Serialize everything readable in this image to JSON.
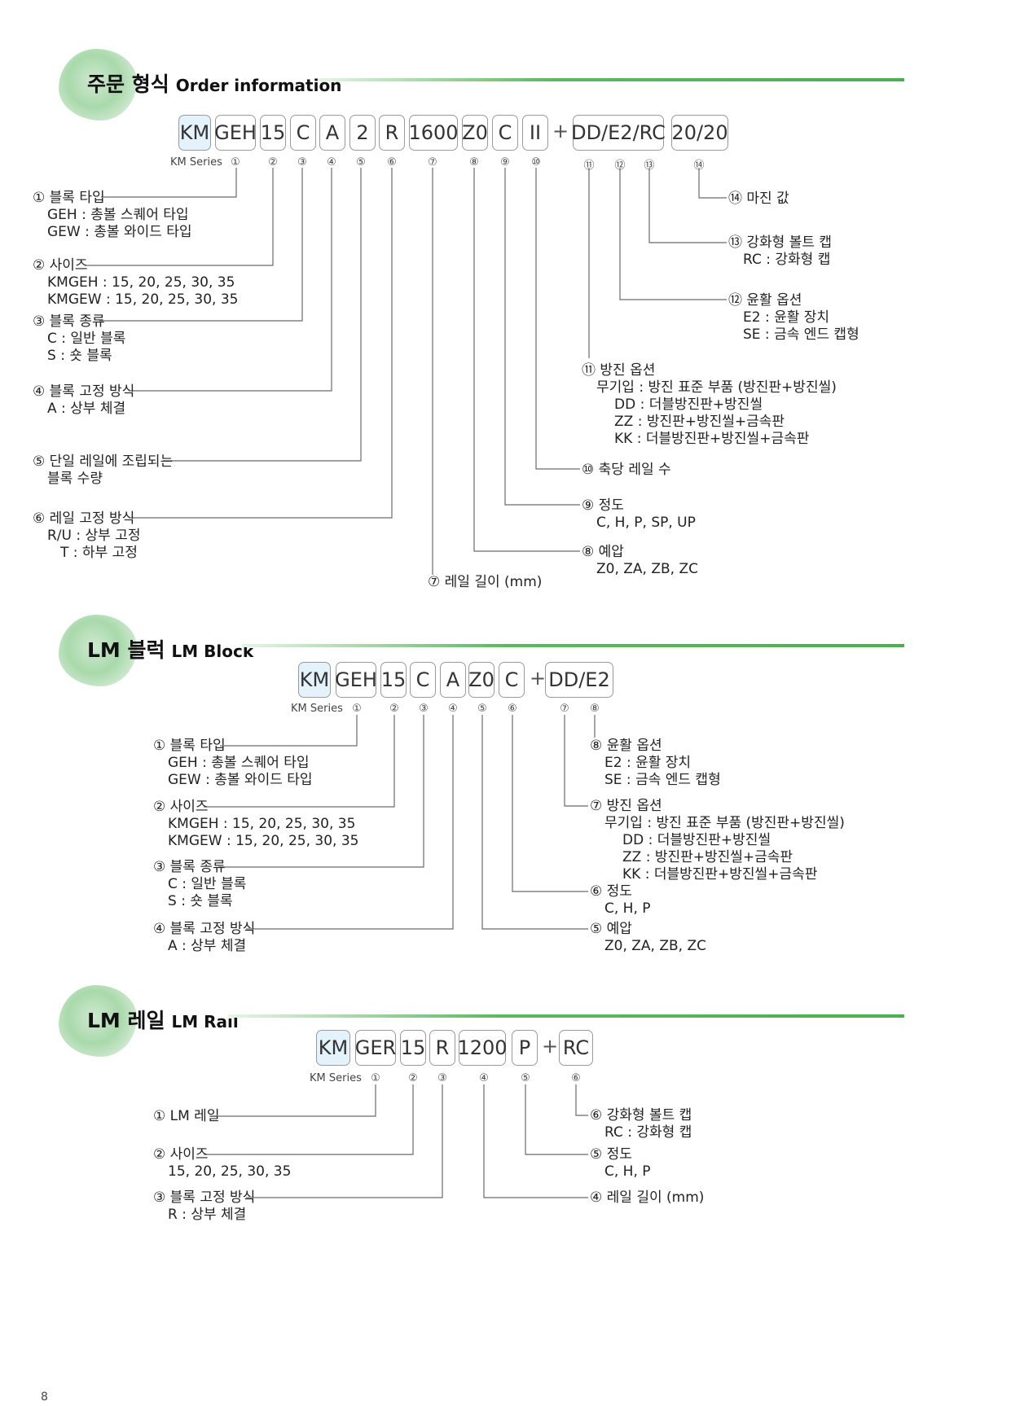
{
  "s1": {
    "title_ko": "주문 형식",
    "title_en": "Order information",
    "codes": [
      "KM",
      "GEH",
      "15",
      "C",
      "A",
      "2",
      "R",
      "1600",
      "Z0",
      "C",
      "II",
      "+",
      "DD/E2/RC",
      "20/20"
    ],
    "series": "KM Series",
    "nums": [
      "①",
      "②",
      "③",
      "④",
      "⑤",
      "⑥",
      "⑦",
      "⑧",
      "⑨",
      "⑩",
      "⑪",
      "⑫",
      "⑬",
      "⑭"
    ],
    "labels": {
      "l1": {
        "t": "① 블록 타입",
        "s": [
          "GEH : 총볼 스퀘어 타입",
          "GEW : 총볼 와이드 타입"
        ]
      },
      "l2": {
        "t": "② 사이즈",
        "s": [
          "KMGEH : 15, 20, 25, 30, 35",
          "KMGEW : 15, 20, 25, 30, 35"
        ]
      },
      "l3": {
        "t": "③ 블록 종류",
        "s": [
          "C : 일반 블록",
          "S : 숏 블록"
        ]
      },
      "l4": {
        "t": "④ 블록 고정 방식",
        "s": [
          "A : 상부 체결"
        ]
      },
      "l5": {
        "t": "⑤ 단일 레일에 조립되는",
        "s": [
          "블록 수량"
        ]
      },
      "l6": {
        "t": "⑥ 레일 고정 방식",
        "s": [
          "R/U : 상부 고정",
          "T : 하부 고정"
        ]
      },
      "l7": {
        "t": "⑦ 레일 길이 (mm)",
        "s": []
      },
      "l8": {
        "t": "⑧ 예압",
        "s": [
          "Z0, ZA, ZB, ZC"
        ]
      },
      "l9": {
        "t": "⑨ 정도",
        "s": [
          "C, H, P, SP, UP"
        ]
      },
      "l10": {
        "t": "⑩ 축당 레일 수",
        "s": []
      },
      "l11": {
        "t": "⑪ 방진 옵션",
        "s": [
          "무기입 : 방진 표준 부품 (방진판+방진씰)",
          "DD : 더블방진판+방진씰",
          "ZZ : 방진판+방진씰+금속판",
          "KK : 더블방진판+방진씰+금속판"
        ]
      },
      "l12": {
        "t": "⑫ 윤활 옵션",
        "s": [
          "E2 : 윤활 장치",
          "SE : 금속 엔드 캡형"
        ]
      },
      "l13": {
        "t": "⑬ 강화형 볼트 캡",
        "s": [
          "RC : 강화형 캡"
        ]
      },
      "l14": {
        "t": "⑭ 마진 값",
        "s": []
      }
    }
  },
  "s2": {
    "title_ko": "LM 블럭",
    "title_en": "LM Block",
    "codes": [
      "KM",
      "GEH",
      "15",
      "C",
      "A",
      "Z0",
      "C",
      "+",
      "DD/E2"
    ],
    "series": "KM Series",
    "nums": [
      "①",
      "②",
      "③",
      "④",
      "⑤",
      "⑥",
      "⑦",
      "⑧"
    ],
    "labels": {
      "l1": {
        "t": "① 블록 타입",
        "s": [
          "GEH : 총볼 스퀘어 타입",
          "GEW : 총볼 와이드 타입"
        ]
      },
      "l2": {
        "t": "② 사이즈",
        "s": [
          "KMGEH : 15, 20, 25, 30, 35",
          "KMGEW : 15, 20, 25, 30, 35"
        ]
      },
      "l3": {
        "t": "③ 블록 종류",
        "s": [
          "C : 일반 블록",
          "S : 숏 블록"
        ]
      },
      "l4": {
        "t": "④ 블록 고정 방식",
        "s": [
          "A : 상부 체결"
        ]
      },
      "l5": {
        "t": "⑤ 예압",
        "s": [
          "Z0, ZA, ZB, ZC"
        ]
      },
      "l6": {
        "t": "⑥ 정도",
        "s": [
          "C, H, P"
        ]
      },
      "l7": {
        "t": "⑦ 방진 옵션",
        "s": [
          "무기입 : 방진 표준 부품 (방진판+방진씰)",
          "DD : 더블방진판+방진씰",
          "ZZ : 방진판+방진씰+금속판",
          "KK : 더블방진판+방진씰+금속판"
        ]
      },
      "l8": {
        "t": "⑧ 윤활 옵션",
        "s": [
          "E2 : 윤활 장치",
          "SE : 금속 엔드 캡형"
        ]
      }
    }
  },
  "s3": {
    "title_ko": "LM 레일",
    "title_en": "LM Rail",
    "codes": [
      "KM",
      "GER",
      "15",
      "R",
      "1200",
      "P",
      "+",
      "RC"
    ],
    "series": "KM Series",
    "nums": [
      "①",
      "②",
      "③",
      "④",
      "⑤",
      "⑥"
    ],
    "labels": {
      "l1": {
        "t": "① LM 레일",
        "s": []
      },
      "l2": {
        "t": "② 사이즈",
        "s": [
          "15, 20, 25, 30, 35"
        ]
      },
      "l3": {
        "t": "③ 블록 고정 방식",
        "s": [
          "R : 상부 체결"
        ]
      },
      "l4": {
        "t": "④ 레일 길이 (mm)",
        "s": []
      },
      "l5": {
        "t": "⑤ 정도",
        "s": [
          "C, H, P"
        ]
      },
      "l6": {
        "t": "⑥ 강화형 볼트 캡",
        "s": [
          "RC : 강화형 캡"
        ]
      }
    }
  },
  "page_number": "8",
  "colors": {
    "accent_green": "#4caf50",
    "km_box": "#e3f2fb",
    "line": "#6b6b6b"
  }
}
